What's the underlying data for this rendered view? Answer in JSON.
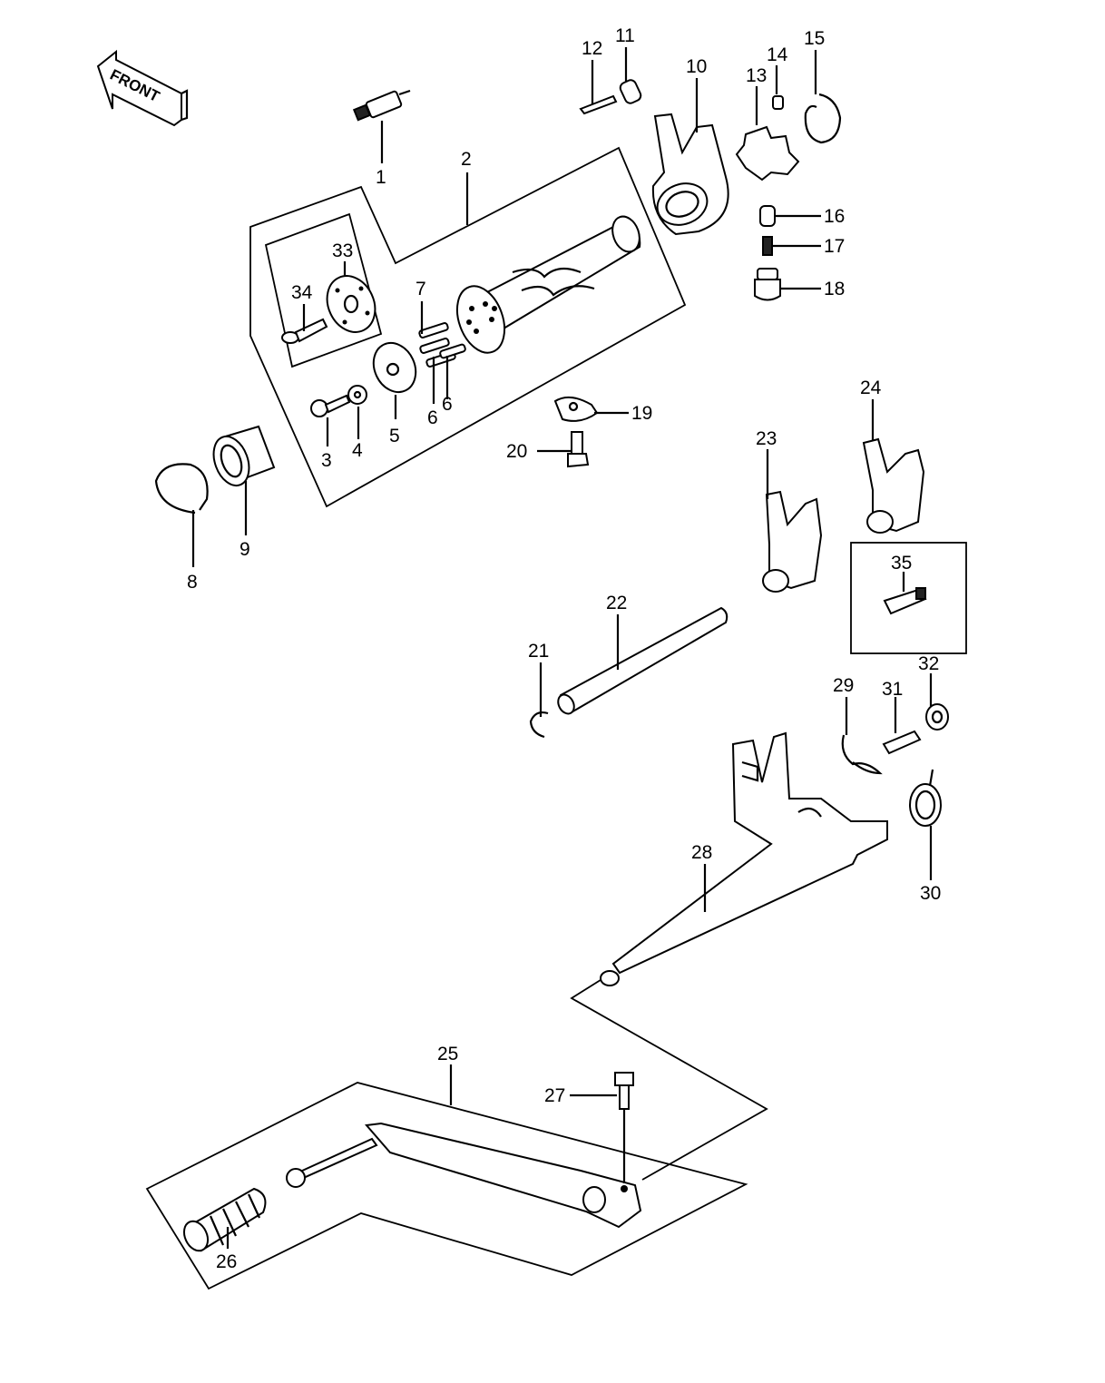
{
  "front_label": "FRONT",
  "callouts": [
    {
      "id": "c1",
      "text": "1"
    },
    {
      "id": "c2",
      "text": "2"
    },
    {
      "id": "c3",
      "text": "3"
    },
    {
      "id": "c4",
      "text": "4"
    },
    {
      "id": "c5",
      "text": "5"
    },
    {
      "id": "c6a",
      "text": "6"
    },
    {
      "id": "c6b",
      "text": "6"
    },
    {
      "id": "c7",
      "text": "7"
    },
    {
      "id": "c8",
      "text": "8"
    },
    {
      "id": "c9",
      "text": "9"
    },
    {
      "id": "c10",
      "text": "10"
    },
    {
      "id": "c11",
      "text": "11"
    },
    {
      "id": "c12",
      "text": "12"
    },
    {
      "id": "c13",
      "text": "13"
    },
    {
      "id": "c14",
      "text": "14"
    },
    {
      "id": "c15",
      "text": "15"
    },
    {
      "id": "c16",
      "text": "16"
    },
    {
      "id": "c17",
      "text": "17"
    },
    {
      "id": "c18",
      "text": "18"
    },
    {
      "id": "c19",
      "text": "19"
    },
    {
      "id": "c20",
      "text": "20"
    },
    {
      "id": "c21",
      "text": "21"
    },
    {
      "id": "c22",
      "text": "22"
    },
    {
      "id": "c23",
      "text": "23"
    },
    {
      "id": "c24",
      "text": "24"
    },
    {
      "id": "c25",
      "text": "25"
    },
    {
      "id": "c26",
      "text": "26"
    },
    {
      "id": "c27",
      "text": "27"
    },
    {
      "id": "c28",
      "text": "28"
    },
    {
      "id": "c29",
      "text": "29"
    },
    {
      "id": "c30",
      "text": "30"
    },
    {
      "id": "c31",
      "text": "31"
    },
    {
      "id": "c32",
      "text": "32"
    },
    {
      "id": "c33",
      "text": "33"
    },
    {
      "id": "c34",
      "text": "34"
    },
    {
      "id": "c35",
      "text": "35"
    }
  ]
}
